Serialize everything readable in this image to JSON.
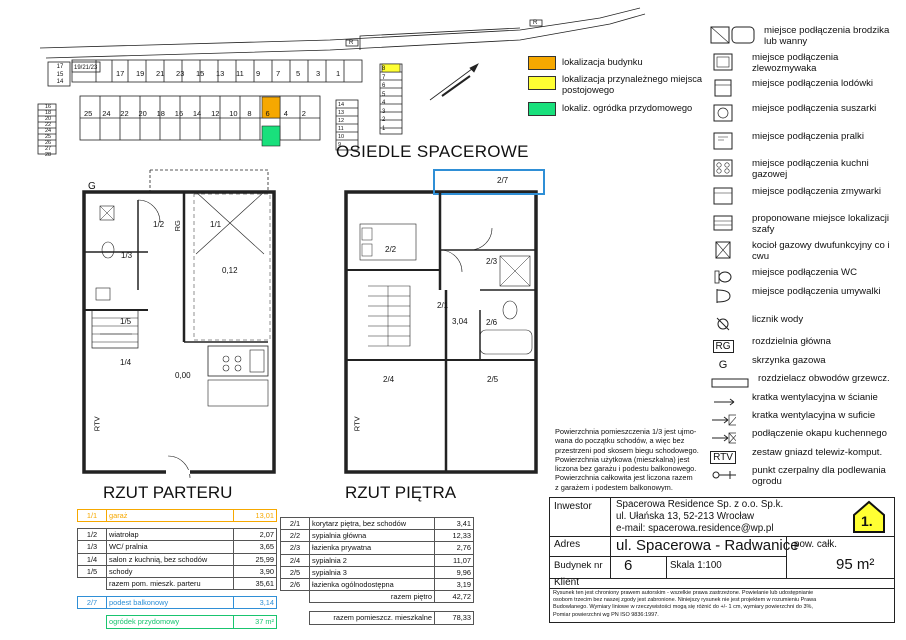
{
  "site_plan": {
    "title": "OSIEDLE SPACEROWE",
    "top_row_numbers": [
      "17",
      "19",
      "21",
      "23",
      "15",
      "13",
      "11",
      "9",
      "7",
      "5",
      "3",
      "1"
    ],
    "small_top_numbers": "19/21/23",
    "left_col_top": [
      "17",
      "15",
      "14"
    ],
    "bottom_row_numbers": [
      "25",
      "24",
      "22",
      "20",
      "18",
      "16",
      "14",
      "12",
      "10",
      "8",
      "6",
      "4",
      "2"
    ],
    "left_col_bottom": [
      "16",
      "18",
      "20",
      "22",
      "24",
      "25",
      "26",
      "27",
      "28"
    ],
    "right_col_top": [
      "8",
      "7",
      "6",
      "5",
      "4",
      "3",
      "2",
      "1"
    ],
    "right_col_bottom": [
      "14",
      "13",
      "12",
      "11",
      "10",
      "9"
    ],
    "r_mark": "R"
  },
  "site_legend": [
    {
      "label": "lokalizacja budynku",
      "color": "#f6a800"
    },
    {
      "label": "lokalizacja przynależnego miejsca postojowego",
      "color": "#ffff33"
    },
    {
      "label": "lokaliz. ogródka przydomowego",
      "color": "#19e07c"
    }
  ],
  "ground_floor": {
    "title": "RZUT PARTERU",
    "gas_box": "G",
    "rooms": [
      "1/1",
      "1/2",
      "1/3",
      "1/4",
      "1/5"
    ],
    "levels": [
      "0,12",
      "0,00"
    ],
    "rg": "RG",
    "rtv": "RTV"
  },
  "upper_floor": {
    "title": "RZUT PIĘTRA",
    "rooms": [
      "2/1",
      "2/2",
      "2/3",
      "2/4",
      "2/5",
      "2/6",
      "2/7"
    ],
    "level": "3,04",
    "rtv": "RTV"
  },
  "ground_table": {
    "garage": {
      "no": "1/1",
      "name": "garaż",
      "area": "13,01",
      "color": "#f6a800"
    },
    "rows": [
      {
        "no": "1/2",
        "name": "wiatrołap",
        "area": "2,07"
      },
      {
        "no": "1/3",
        "name": "WC/ pralnia",
        "area": "3,65"
      },
      {
        "no": "1/4",
        "name": "salon z kuchnią, bez schodów",
        "area": "25,99"
      },
      {
        "no": "1/5",
        "name": "schody",
        "area": "3,90"
      }
    ],
    "total": {
      "name": "razem pom. mieszk. parteru",
      "area": "35,61"
    },
    "balcony": {
      "no": "2/7",
      "name": "podest balkonowy",
      "area": "3,14",
      "color": "#2f8fd6"
    },
    "garden": {
      "name": "ogródek przydomowy",
      "area": "37 m²",
      "color": "#19c46f"
    }
  },
  "upper_table": {
    "rows": [
      {
        "no": "2/1",
        "name": "korytarz piętra, bez schodów",
        "area": "3,41"
      },
      {
        "no": "2/2",
        "name": "sypialnia główna",
        "area": "12,33"
      },
      {
        "no": "2/3",
        "name": "łazienka prywatna",
        "area": "2,76"
      },
      {
        "no": "2/4",
        "name": "sypialnia 2",
        "area": "11,07"
      },
      {
        "no": "2/5",
        "name": "sypialnia 3",
        "area": "9,96"
      },
      {
        "no": "2/6",
        "name": "łazienka ogólnodostępna",
        "area": "3,19"
      }
    ],
    "total": {
      "name": "razem piętro",
      "area": "42,72"
    },
    "grand_total": {
      "name": "razem pomieszcz. mieszkalne",
      "area": "78,33"
    }
  },
  "note": [
    "Powierzchnia pomieszczenia 1/3 jest ujmo-",
    "wana do początku schodów, a więc bez",
    "przestrzeni pod skosem biegu schodowego.",
    "Powierzchnia użytkowa (mieszkalna) jest",
    "liczona bez garażu i podestu balkonowego.",
    "Powierzchnia całkowita jest liczona razem",
    "z garażem i podestem balkonowym."
  ],
  "legend": [
    {
      "icon": "shower-tub-icon",
      "label": "miejsce podłączenia brodzika lub wanny"
    },
    {
      "icon": "sink-icon",
      "label": "miejsce podłączenia zlewozmywaka"
    },
    {
      "icon": "fridge-icon",
      "label": "miejsce podłączenia lodówki"
    },
    {
      "icon": "dryer-icon",
      "label": "miejsce podłączenia suszarki"
    },
    {
      "icon": "washer-icon",
      "label": "miejsce podłączenia pralki"
    },
    {
      "icon": "gas-stove-icon",
      "label": "miejsce podłączenia kuchni gazowej"
    },
    {
      "icon": "dishwasher-icon",
      "label": "miejsce podłączenia zmywarki"
    },
    {
      "icon": "wardrobe-icon",
      "label": "proponowane miejsce lokalizacji szafy"
    },
    {
      "icon": "boiler-icon",
      "label": "kocioł gazowy dwufunkcyjny co i cwu"
    },
    {
      "icon": "wc-icon",
      "label": "miejsce podłączenia WC"
    },
    {
      "icon": "washbasin-icon",
      "label": "miejsce podłączenia umywalki"
    },
    {
      "icon": "water-meter-icon",
      "label": "licznik wody"
    },
    {
      "icon": "RG",
      "label": "rozdzielnia główna"
    },
    {
      "icon": "G",
      "label": "skrzynka gazowa"
    },
    {
      "icon": "distribution-box-icon",
      "label": "rozdzielacz obwodów grzewcz."
    },
    {
      "icon": "wall-vent-icon",
      "label": "kratka wentylacyjna w ścianie"
    },
    {
      "icon": "ceiling-vent-icon",
      "label": "kratka wentylacyjna w suficie"
    },
    {
      "icon": "hood-icon",
      "label": "podłączenie okapu kuchennego"
    },
    {
      "icon": "RTV",
      "label": "zestaw gniazd telewiz-komput."
    },
    {
      "icon": "garden-tap-icon",
      "label": "punkt czerpalny dla podlewania ogrodu"
    }
  ],
  "info": {
    "investor_label": "Inwestor",
    "investor_name": "Spacerowa Residence Sp. z o.o. Sp.k.",
    "investor_address": "ul. Ułańska 13, 52-213 Wrocław",
    "investor_email": "e-mail:  spacerowa.residence@wp.pl",
    "sheet_no": "1.",
    "address_label": "Adres",
    "address_value": "ul. Spacerowa - Radwanice",
    "area_label": "pow. całk.",
    "building_label": "Budynek nr",
    "building_value": "6",
    "scale": "Skala 1:100",
    "area_value": "95 m²",
    "client_label": "Klient",
    "disclaimer": [
      "Rysunek ten jest chroniony prawem autorskim - wszelkie prawa zastrzeżone. Powielanie lub udostępnianie",
      "osobom trzecim bez naszej zgody jest zabronione. Niniejszy rysunek nie jest projektem w rozumieniu Prawa",
      "Budowlanego. Wymiary liniowe w rzeczywistości mogą się różnić do +/- 1 cm, wymiary powierzchni do 3%,",
      "Pomiar powierzchni wg PN ISO 9836:1997."
    ]
  }
}
